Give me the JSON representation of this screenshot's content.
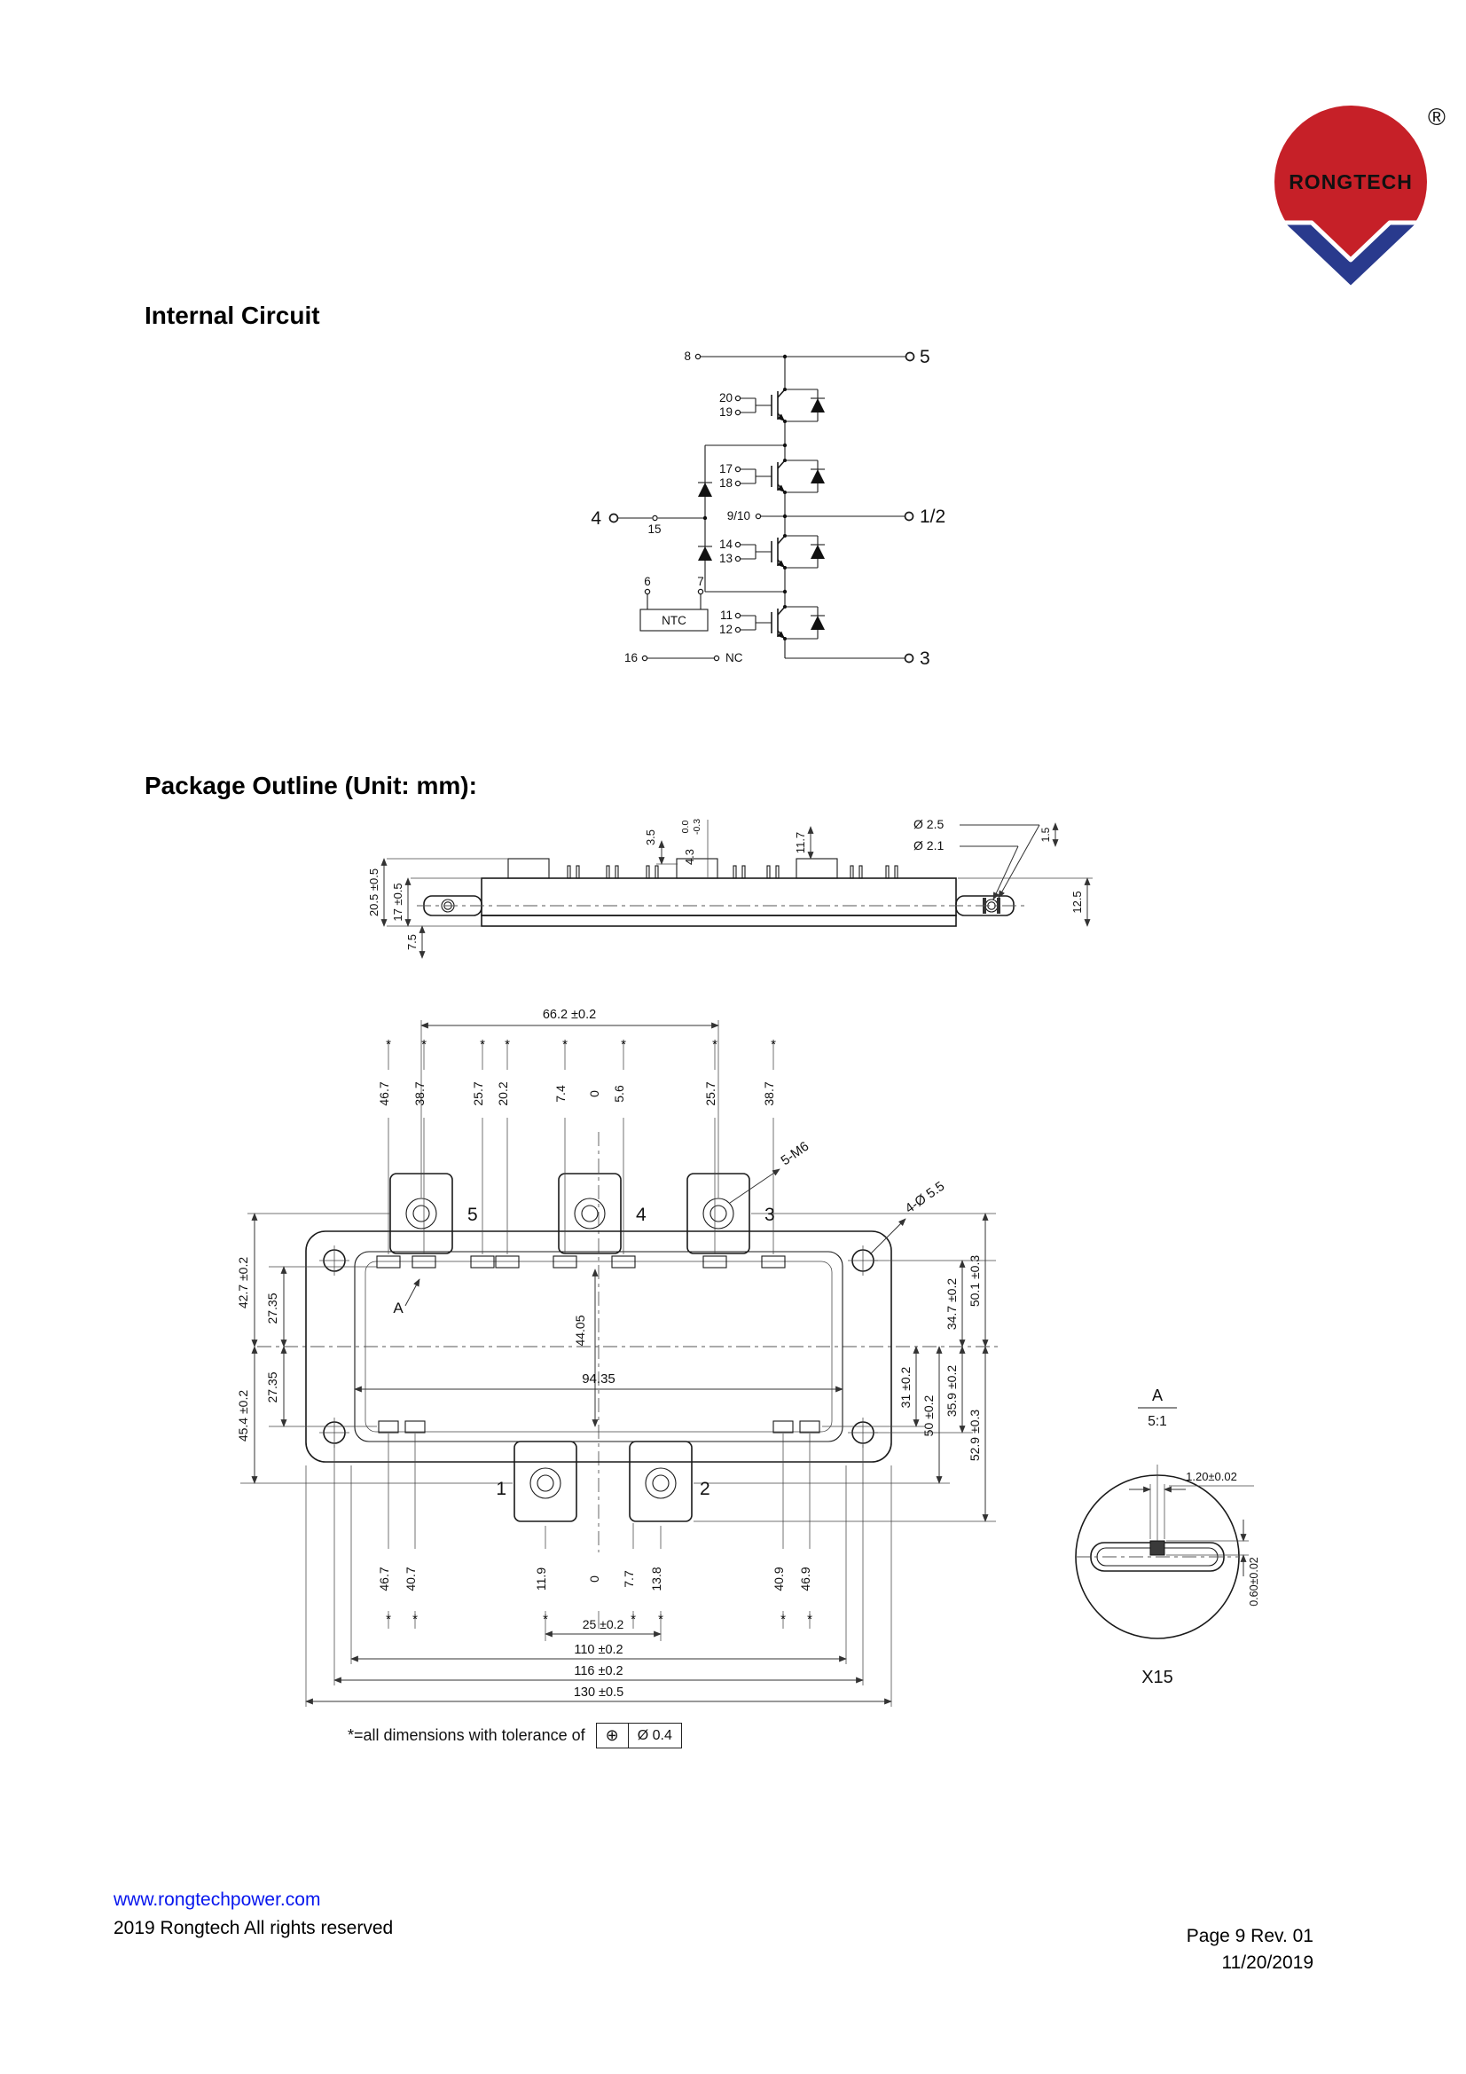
{
  "logo": {
    "brand": "RONGTECH",
    "registered": "®"
  },
  "circuit": {
    "title": "Internal Circuit",
    "t5": "5",
    "t4": "4",
    "t12": "1/2",
    "t3": "3",
    "p8": "8",
    "p20": "20",
    "p19": "19",
    "p17": "17",
    "p18": "18",
    "p15": "15",
    "p910": "9/10",
    "p14": "14",
    "p13": "13",
    "p11": "11",
    "p12": "12",
    "p6": "6",
    "p7": "7",
    "p16": "16",
    "ntc": "NTC",
    "nc": "NC"
  },
  "outline": {
    "title": "Package Outline (Unit: mm):",
    "star": "*",
    "side": {
      "h_total": "20.5 ±0.5",
      "h_body": "17 ±0.5",
      "h_low": "7.5",
      "pin_3_5": "3.5",
      "tol_hi": "0.0",
      "tol_lo": "-0.3",
      "pin_4_3": "4.3",
      "pin_11_7": "11.7",
      "d_25": "Ø 2.5",
      "d_21": "Ø 2.1",
      "gap_1_5": "1.5",
      "h_12_5": "12.5"
    },
    "top": {
      "span_66": "66.2 ±0.2",
      "row_top": [
        "46.7",
        "38.7",
        "25.7",
        "20.2",
        "7.4",
        "5.6",
        "25.7",
        "38.7"
      ],
      "zero": "0",
      "m6": "5-M6",
      "holes": "4-Ø 5.5",
      "t5": "5",
      "t4": "4",
      "t3": "3",
      "t1": "1",
      "t2": "2",
      "a": "A",
      "l_42_7": "42.7 ±0.2",
      "l_27a": "27.35",
      "l_27b": "27.35",
      "l_45_4": "45.4 ±0.2",
      "w_94": "94.35",
      "h_44": "44.05",
      "r_31": "31 ±0.2",
      "r_50": "50 ±0.2",
      "r_34_7": "34.7 ±0.2",
      "r_50_1": "50.1 ±0.3",
      "r_35_9": "35.9 ±0.2",
      "r_52_9": "52.9 ±0.3",
      "row_bot": [
        "46.7",
        "40.7",
        "11.9",
        "7.7",
        "13.8",
        "40.9",
        "46.9"
      ],
      "b_25": "25 ±0.2",
      "b_110": "110 ±0.2",
      "b_116": "116 ±0.2",
      "b_130": "130 ±0.5"
    },
    "detail": {
      "a": "A",
      "scale": "5:1",
      "w": "1.20±0.02",
      "t": "0.60±0.02",
      "x15": "X15"
    },
    "note": {
      "prefix": "*=all dimensions with tolerance of",
      "sym": "⊕",
      "val": "Ø 0.4"
    }
  },
  "footer": {
    "site": "www.rongtechpower.com",
    "copyright": "2019 Rongtech All rights reserved",
    "page": "Page 9 Rev. 01",
    "date": "11/20/2019"
  }
}
